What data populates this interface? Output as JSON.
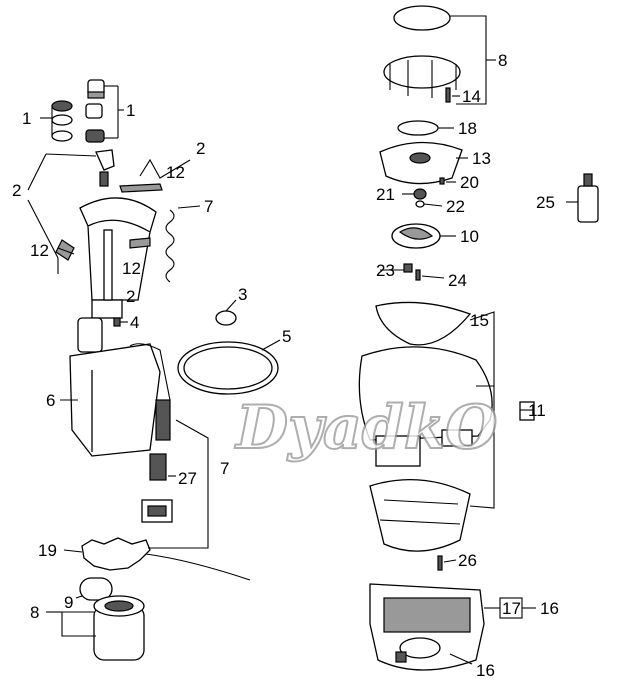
{
  "watermark": "DyadkO",
  "callouts": {
    "c1a": "1",
    "c1b": "1",
    "c2a": "2",
    "c2b": "2",
    "c2c": "2",
    "c12a": "12",
    "c12b": "12",
    "c12c": "12",
    "c7a": "7",
    "c7b": "7",
    "c3": "3",
    "c4": "4",
    "c5": "5",
    "c6": "6",
    "c27": "27",
    "c19": "19",
    "c9": "9",
    "c8a": "8",
    "c8b": "8",
    "c14": "14",
    "c18": "18",
    "c13": "13",
    "c20": "20",
    "c21": "21",
    "c22": "22",
    "c25": "25",
    "c10": "10",
    "c23": "23",
    "c24": "24",
    "c15": "15",
    "c11": "11",
    "c26": "26",
    "c17": "17",
    "c16a": "16",
    "c16b": "16"
  }
}
